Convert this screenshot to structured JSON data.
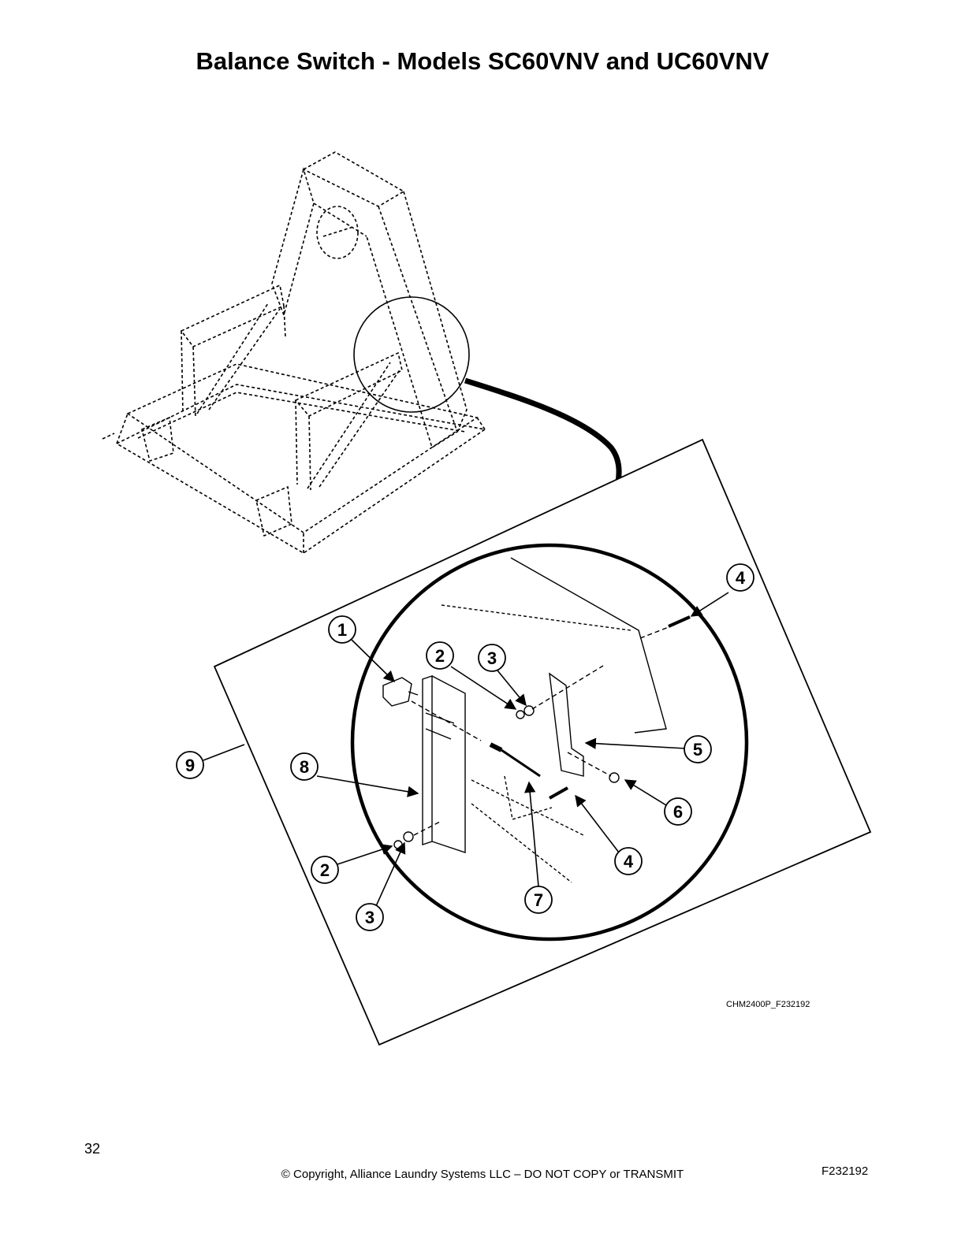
{
  "title": "Balance Switch - Models SC60VNV and UC60VNV",
  "figure_id": "CHM2400P_F232192",
  "callouts": [
    "1",
    "2",
    "3",
    "4",
    "5",
    "6",
    "7",
    "8",
    "9",
    "2",
    "3",
    "4"
  ],
  "footer": {
    "page_number": "32",
    "copyright": "© Copyright, Alliance Laundry Systems LLC – DO NOT COPY or TRANSMIT",
    "doc_code": "F232192"
  }
}
